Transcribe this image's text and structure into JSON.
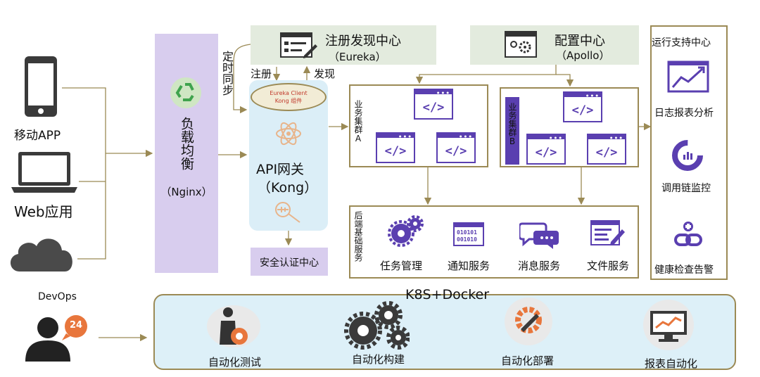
{
  "clients": {
    "mobile_label": "移动APP",
    "web_label": "Web应用"
  },
  "load_balancer": {
    "title": "负载均衡",
    "subtitle": "（Nginx）"
  },
  "registry": {
    "title": "注册发现中心",
    "subtitle": "（Eureka）"
  },
  "config_center": {
    "title": "配置中心",
    "subtitle": "（Apollo）"
  },
  "edges": {
    "timed_sync": "定时同步",
    "register": "注册",
    "discover": "发现"
  },
  "gateway": {
    "client_badge_line1": "Eureka Client",
    "client_badge_line2": "Kong 组件",
    "title": "API网关",
    "subtitle": "（Kong）"
  },
  "auth_center": {
    "label": "安全认证中心"
  },
  "cluster_a": {
    "label": "业务集群A",
    "code_tag": "</>"
  },
  "cluster_b": {
    "label": "业务集群B",
    "code_tag": "</>"
  },
  "backend": {
    "label": "后端基础服务",
    "services": [
      {
        "label": "任务管理",
        "icon": "gears-icon"
      },
      {
        "label": "通知服务",
        "icon": "binary-screen-icon",
        "binary_line1": "010101",
        "binary_line2": "001010"
      },
      {
        "label": "消息服务",
        "icon": "chat-bubbles-icon"
      },
      {
        "label": "文件服务",
        "icon": "file-edit-icon"
      }
    ]
  },
  "ops_support": {
    "title": "运行支持中心",
    "items": [
      {
        "label": "日志报表分析",
        "icon": "chart-icon"
      },
      {
        "label": "调用链监控",
        "icon": "donut-icon"
      },
      {
        "label": "健康检查告警",
        "icon": "chain-icon"
      }
    ]
  },
  "devops": {
    "label": "DevOps",
    "badge": "24",
    "platform": "K8S+Docker",
    "items": [
      {
        "label": "自动化测试",
        "icon": "tester-icon"
      },
      {
        "label": "自动化构建",
        "icon": "gears-icon"
      },
      {
        "label": "自动化部署",
        "icon": "wrench-icon"
      },
      {
        "label": "报表自动化",
        "icon": "monitor-chart-icon"
      }
    ]
  },
  "colors": {
    "purple_panel": "#d8cdee",
    "green_panel": "#e3ebde",
    "gateway_blue": "#dbeef7",
    "devops_blue": "#ddf0f8",
    "border_gold": "#9b8a55",
    "icon_purple": "#5a3fb0"
  }
}
